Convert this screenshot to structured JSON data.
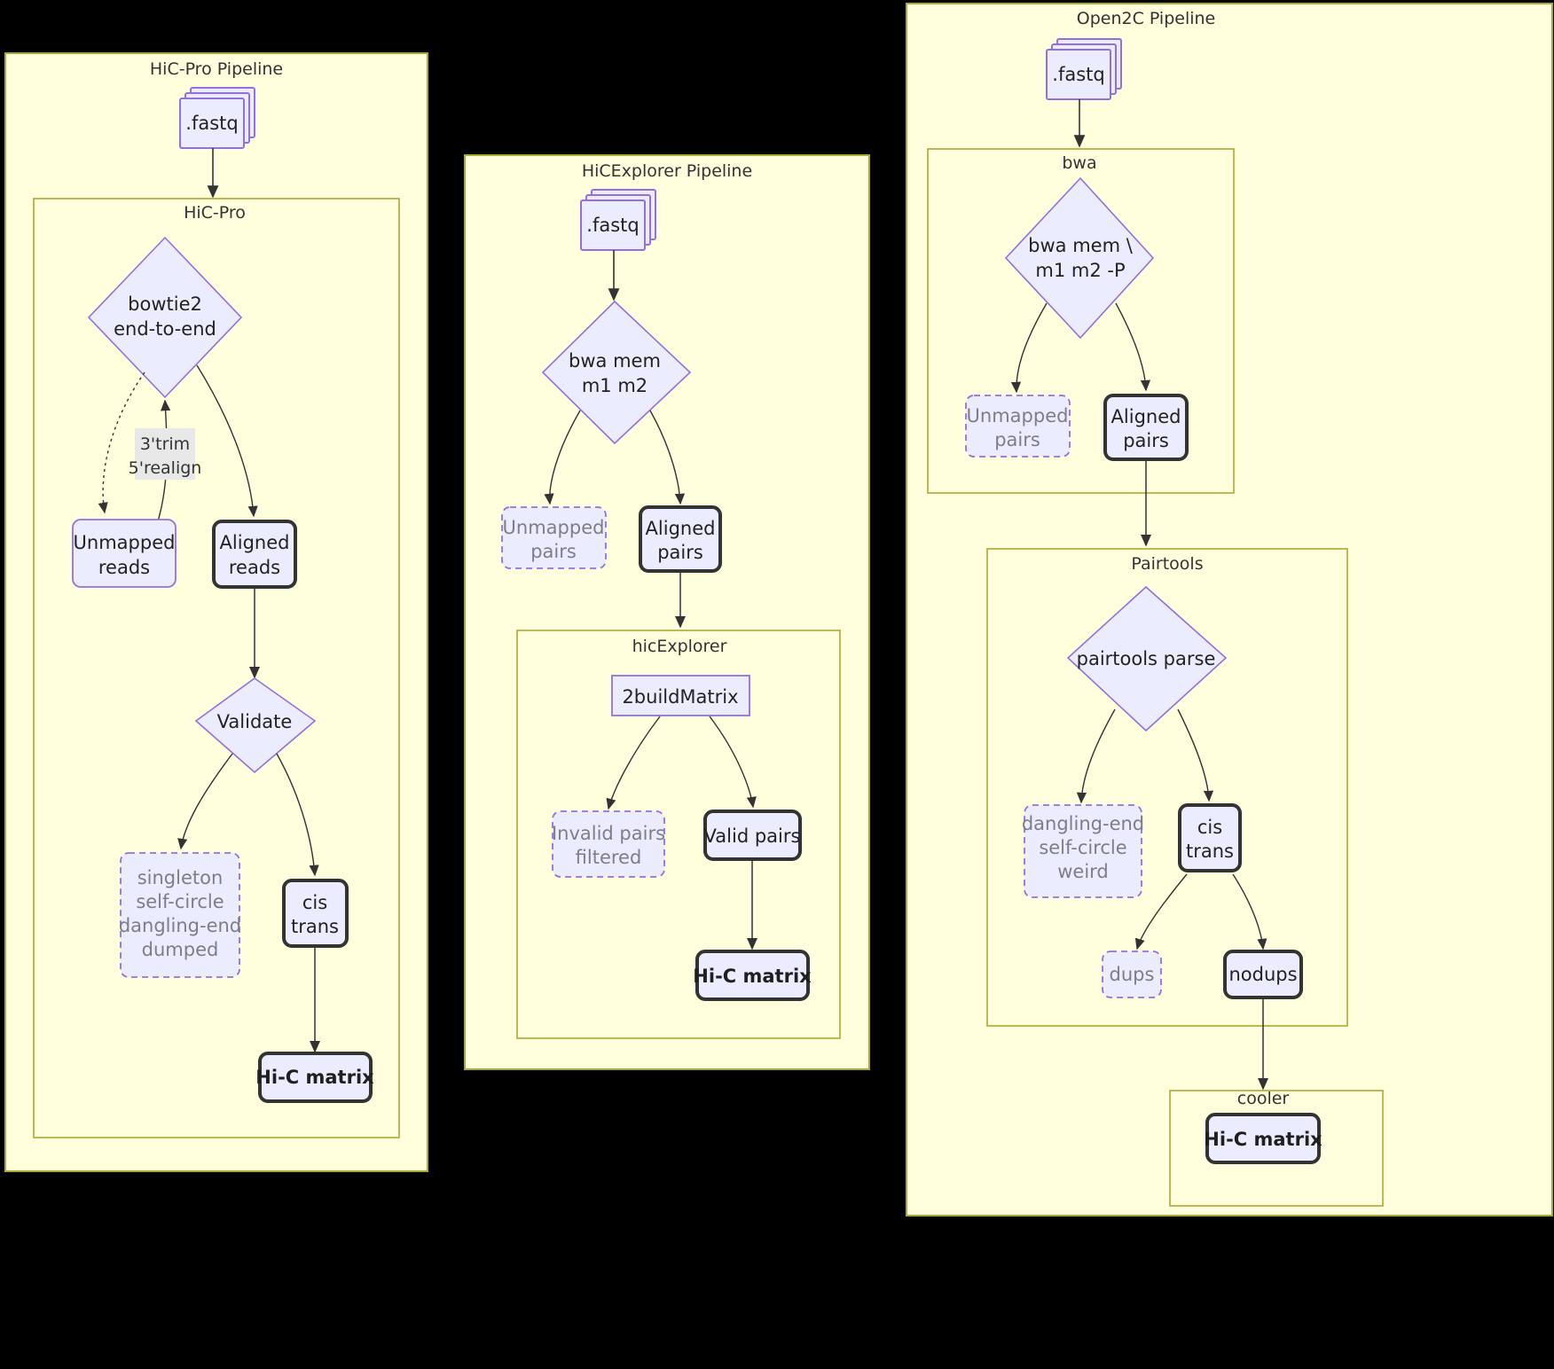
{
  "diagram": {
    "title": "Hi-C processing pipelines comparison",
    "background": "#000000",
    "colors": {
      "cluster_fill": "#ffffde",
      "cluster_stroke": "#aaaa33",
      "node_fill": "#ececff",
      "node_stroke": "#9370db",
      "node_stroke_strong": "#333333",
      "edge_stroke": "#333333",
      "dim_text": "#7e7e87",
      "text": "#222222",
      "edge_label_bg": "#e8e8e8"
    },
    "pipelines": [
      {
        "id": "hicpro",
        "title": "HiC-Pro Pipeline",
        "subcluster_title": "HiC-Pro",
        "nodes": [
          {
            "id": "hp-fastq",
            "label": ".fastq",
            "shape": "stack",
            "style": "normal"
          },
          {
            "id": "hp-bowtie2",
            "label": "bowtie2\nend-to-end",
            "lines": [
              "bowtie2",
              "end-to-end"
            ],
            "shape": "diamond",
            "style": "normal"
          },
          {
            "id": "hp-unmapped",
            "label": "Unmapped reads",
            "lines": [
              "Unmapped",
              "reads"
            ],
            "shape": "round-rect",
            "style": "normal"
          },
          {
            "id": "hp-aligned",
            "label": "Aligned reads",
            "lines": [
              "Aligned",
              "reads"
            ],
            "shape": "round-rect",
            "style": "thick"
          },
          {
            "id": "hp-validate",
            "label": "Validate",
            "lines": [
              "Validate"
            ],
            "shape": "diamond",
            "style": "normal"
          },
          {
            "id": "hp-discard",
            "label": "singleton self-circle dangling-end dumped",
            "lines": [
              "singleton",
              "self-circle",
              "dangling-end",
              "dumped"
            ],
            "shape": "round-rect",
            "style": "dashed"
          },
          {
            "id": "hp-cistrans",
            "label": "cis trans",
            "lines": [
              "cis",
              "trans"
            ],
            "shape": "round-rect",
            "style": "thick"
          },
          {
            "id": "hp-matrix",
            "label": "Hi-C matrix",
            "lines": [
              "Hi-C matrix"
            ],
            "shape": "round-rect",
            "style": "thick-bold"
          }
        ],
        "edges": [
          {
            "from": "hp-fastq",
            "to": "hp-bowtie2",
            "label": ""
          },
          {
            "from": "hp-bowtie2",
            "to": "hp-unmapped",
            "label": "",
            "dotted": true
          },
          {
            "from": "hp-unmapped",
            "to": "hp-bowtie2",
            "label": "3'trim\n5'realign",
            "label_lines": [
              "3'trim",
              "5'realign"
            ]
          },
          {
            "from": "hp-bowtie2",
            "to": "hp-aligned",
            "label": ""
          },
          {
            "from": "hp-aligned",
            "to": "hp-validate",
            "label": ""
          },
          {
            "from": "hp-validate",
            "to": "hp-discard",
            "label": ""
          },
          {
            "from": "hp-validate",
            "to": "hp-cistrans",
            "label": ""
          },
          {
            "from": "hp-cistrans",
            "to": "hp-matrix",
            "label": ""
          }
        ]
      },
      {
        "id": "hicexplorer",
        "title": "HiCExplorer Pipeline",
        "subcluster_title": "hicExplorer",
        "nodes": [
          {
            "id": "he-fastq",
            "label": ".fastq",
            "shape": "stack",
            "style": "normal"
          },
          {
            "id": "he-bwa",
            "label": "bwa mem m1 m2",
            "lines": [
              "bwa mem",
              "m1 m2"
            ],
            "shape": "diamond",
            "style": "normal"
          },
          {
            "id": "he-unmapped",
            "label": "Unmapped pairs",
            "lines": [
              "Unmapped",
              "pairs"
            ],
            "shape": "round-rect",
            "style": "dashed"
          },
          {
            "id": "he-aligned",
            "label": "Aligned pairs",
            "lines": [
              "Aligned",
              "pairs"
            ],
            "shape": "round-rect",
            "style": "thick"
          },
          {
            "id": "he-buildmatrix",
            "label": "2buildMatrix",
            "lines": [
              "2buildMatrix"
            ],
            "shape": "rect",
            "style": "normal"
          },
          {
            "id": "he-invalid",
            "label": "Invalid pairs filtered",
            "lines": [
              "Invalid pairs",
              "filtered"
            ],
            "shape": "round-rect",
            "style": "dashed"
          },
          {
            "id": "he-valid",
            "label": "Valid pairs",
            "lines": [
              "Valid pairs"
            ],
            "shape": "round-rect",
            "style": "thick"
          },
          {
            "id": "he-matrix",
            "label": "Hi-C matrix",
            "lines": [
              "Hi-C matrix"
            ],
            "shape": "round-rect",
            "style": "thick-bold"
          }
        ],
        "edges": [
          {
            "from": "he-fastq",
            "to": "he-bwa",
            "label": ""
          },
          {
            "from": "he-bwa",
            "to": "he-unmapped",
            "label": ""
          },
          {
            "from": "he-bwa",
            "to": "he-aligned",
            "label": ""
          },
          {
            "from": "he-aligned",
            "to": "he-buildmatrix",
            "label": ""
          },
          {
            "from": "he-buildmatrix",
            "to": "he-invalid",
            "label": ""
          },
          {
            "from": "he-buildmatrix",
            "to": "he-valid",
            "label": ""
          },
          {
            "from": "he-valid",
            "to": "he-matrix",
            "label": ""
          }
        ]
      },
      {
        "id": "open2c",
        "title": "Open2C Pipeline",
        "subclusters": [
          "bwa",
          "Pairtools",
          "cooler"
        ],
        "nodes": [
          {
            "id": "o2-fastq",
            "label": ".fastq",
            "shape": "stack",
            "style": "normal"
          },
          {
            "id": "o2-bwa",
            "label": "bwa mem \\ m1 m2 -P",
            "lines": [
              "bwa mem \\",
              "m1 m2 -P"
            ],
            "shape": "diamond",
            "style": "normal"
          },
          {
            "id": "o2-unmapped",
            "label": "Unmapped pairs",
            "lines": [
              "Unmapped",
              "pairs"
            ],
            "shape": "round-rect",
            "style": "dashed"
          },
          {
            "id": "o2-aligned",
            "label": "Aligned pairs",
            "lines": [
              "Aligned",
              "pairs"
            ],
            "shape": "round-rect",
            "style": "thick"
          },
          {
            "id": "o2-parse",
            "label": "pairtools parse",
            "lines": [
              "pairtools parse"
            ],
            "shape": "diamond",
            "style": "normal"
          },
          {
            "id": "o2-discard",
            "label": "dangling-end self-circle weird",
            "lines": [
              "dangling-end",
              "self-circle",
              "weird"
            ],
            "shape": "round-rect",
            "style": "dashed"
          },
          {
            "id": "o2-cistrans",
            "label": "cis trans",
            "lines": [
              "cis",
              "trans"
            ],
            "shape": "round-rect",
            "style": "thick"
          },
          {
            "id": "o2-dups",
            "label": "dups",
            "lines": [
              "dups"
            ],
            "shape": "round-rect",
            "style": "dashed"
          },
          {
            "id": "o2-nodups",
            "label": "nodups",
            "lines": [
              "nodups"
            ],
            "shape": "round-rect",
            "style": "thick"
          },
          {
            "id": "o2-matrix",
            "label": "Hi-C matrix",
            "lines": [
              "Hi-C matrix"
            ],
            "shape": "round-rect",
            "style": "thick-bold"
          }
        ],
        "edges": [
          {
            "from": "o2-fastq",
            "to": "o2-bwa",
            "label": ""
          },
          {
            "from": "o2-bwa",
            "to": "o2-unmapped",
            "label": ""
          },
          {
            "from": "o2-bwa",
            "to": "o2-aligned",
            "label": ""
          },
          {
            "from": "o2-aligned",
            "to": "o2-parse",
            "label": ""
          },
          {
            "from": "o2-parse",
            "to": "o2-discard",
            "label": ""
          },
          {
            "from": "o2-parse",
            "to": "o2-cistrans",
            "label": ""
          },
          {
            "from": "o2-cistrans",
            "to": "o2-dups",
            "label": ""
          },
          {
            "from": "o2-cistrans",
            "to": "o2-nodups",
            "label": ""
          },
          {
            "from": "o2-nodups",
            "to": "o2-matrix",
            "label": ""
          }
        ]
      }
    ],
    "labels": {
      "hicpro_pipeline_title": "HiC-Pro Pipeline",
      "hicpro_sub_title": "HiC-Pro",
      "hicexplorer_pipeline_title": "HiCExplorer Pipeline",
      "hicexplorer_sub_title": "hicExplorer",
      "open2c_pipeline_title": "Open2C Pipeline",
      "open2c_bwa_title": "bwa",
      "open2c_pairtools_title": "Pairtools",
      "open2c_cooler_title": "cooler",
      "fastq": ".fastq",
      "bowtie2_l1": "bowtie2",
      "bowtie2_l2": "end-to-end",
      "trim_l1": "3'trim",
      "trim_l2": "5'realign",
      "unmapped_reads_l1": "Unmapped",
      "unmapped_reads_l2": "reads",
      "aligned_reads_l1": "Aligned",
      "aligned_reads_l2": "reads",
      "validate": "Validate",
      "discard_l1": "singleton",
      "discard_l2": "self-circle",
      "discard_l3": "dangling-end",
      "discard_l4": "dumped",
      "cis": "cis",
      "trans": "trans",
      "hic_matrix": "Hi-C matrix",
      "bwa_mem_l1": "bwa mem",
      "bwa_mem_l2": "m1 m2",
      "unmapped_pairs_l1": "Unmapped",
      "unmapped_pairs_l2": "pairs",
      "aligned_pairs_l1": "Aligned",
      "aligned_pairs_l2": "pairs",
      "buildmatrix": "2buildMatrix",
      "invalid_l1": "Invalid pairs",
      "invalid_l2": "filtered",
      "valid_pairs": "Valid pairs",
      "bwa_mem_p_l1": "bwa mem \\",
      "bwa_mem_p_l2": "m1 m2 -P",
      "pairtools_parse": "pairtools parse",
      "o2discard_l1": "dangling-end",
      "o2discard_l2": "self-circle",
      "o2discard_l3": "weird",
      "dups": "dups",
      "nodups": "nodups"
    }
  }
}
